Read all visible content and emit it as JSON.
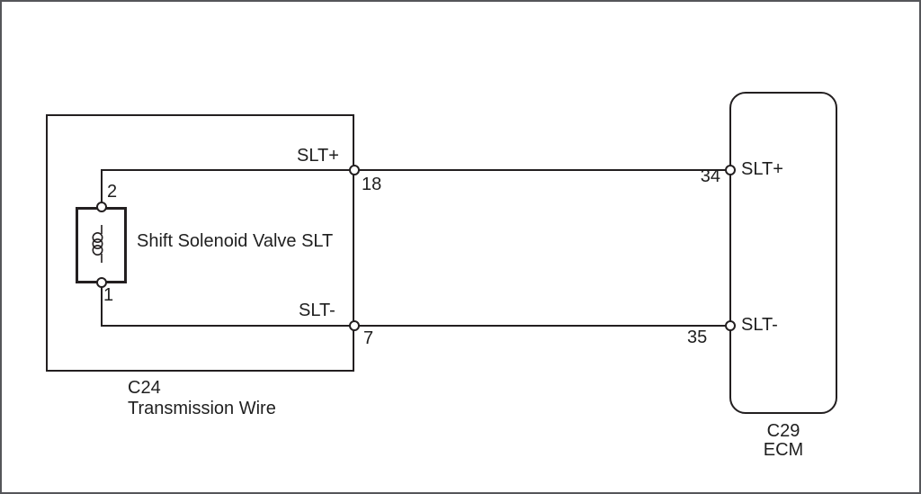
{
  "colors": {
    "line": "#231f20",
    "frame": "#55565a",
    "background": "#ffffff"
  },
  "icons": {
    "terminal": "open-circle",
    "coil": "inductor-loops"
  },
  "transmission_connector": {
    "code": "C24",
    "name": "Transmission Wire",
    "component": {
      "label": "Shift Solenoid Valve SLT",
      "pin_top": "2",
      "pin_bottom": "1"
    },
    "pin_top": "18",
    "pin_bottom": "7",
    "signal_top": "SLT+",
    "signal_bottom": "SLT-"
  },
  "ecm_connector": {
    "code": "C29",
    "name": "ECM",
    "pin_top": "34",
    "pin_bottom": "35",
    "signal_top": "SLT+",
    "signal_bottom": "SLT-"
  }
}
